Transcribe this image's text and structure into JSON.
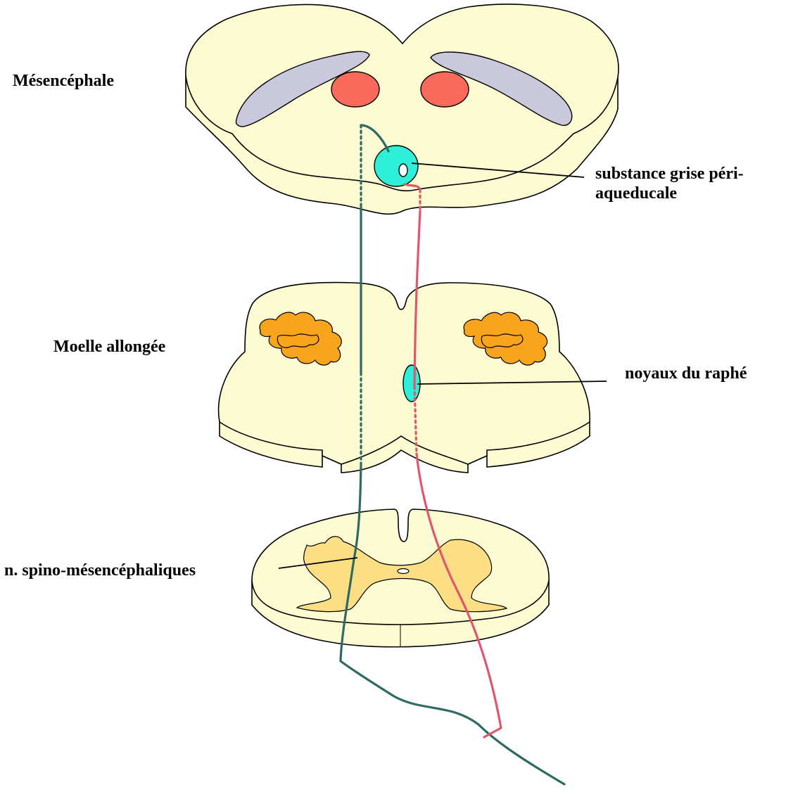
{
  "labels": {
    "mesencephale": "Mésencéphale",
    "moelle_allongee": "Moelle allongée",
    "substance_grise": "substance grise péri-aqueducale",
    "noyaux_raphe": "noyaux du raphé",
    "spino": "n. spino-mésencéphaliques"
  },
  "colors": {
    "tissue": "#fcfbd2",
    "outline": "#000000",
    "red_nuclei": "#fb6a5d",
    "lavender": "#c9c8dc",
    "cyan": "#2ef0d8",
    "orange": "#f8a51d",
    "grey_matter": "#fcdf85",
    "teal_fiber": "#2e6a63",
    "pink_fiber": "#e0566b"
  }
}
